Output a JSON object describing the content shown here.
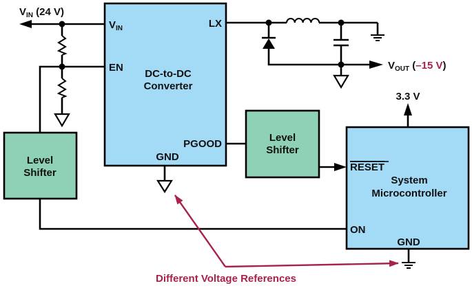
{
  "colors": {
    "converter_fill": "#a3daf5",
    "shifter_fill": "#8fd1b4",
    "micro_fill": "#a3daf5",
    "annotation": "#a8224a",
    "wire": "#000000"
  },
  "vin": {
    "label_main": "V",
    "label_sub": "IN",
    "label_value": " (24 V)"
  },
  "converter": {
    "title_line1": "DC-to-DC",
    "title_line2": "Converter",
    "pins": {
      "vin_main": "V",
      "vin_sub": "IN",
      "en": "EN",
      "lx": "LX",
      "pgood": "PGOOD",
      "gnd": "GND"
    }
  },
  "vout": {
    "label_main": "V",
    "label_sub": "OUT",
    "open_paren": " (",
    "value": "–15 V",
    "close_paren": ")"
  },
  "level_shifter_left": {
    "line1": "Level",
    "line2": "Shifter"
  },
  "level_shifter_mid": {
    "line1": "Level",
    "line2": "Shifter"
  },
  "microcontroller": {
    "title_line1": "System",
    "title_line2": "Microcontroller",
    "supply": "3.3 V",
    "pins": {
      "reset": "RESET",
      "on": "ON",
      "gnd": "GND"
    }
  },
  "annotation": {
    "text": "Different Voltage References"
  }
}
